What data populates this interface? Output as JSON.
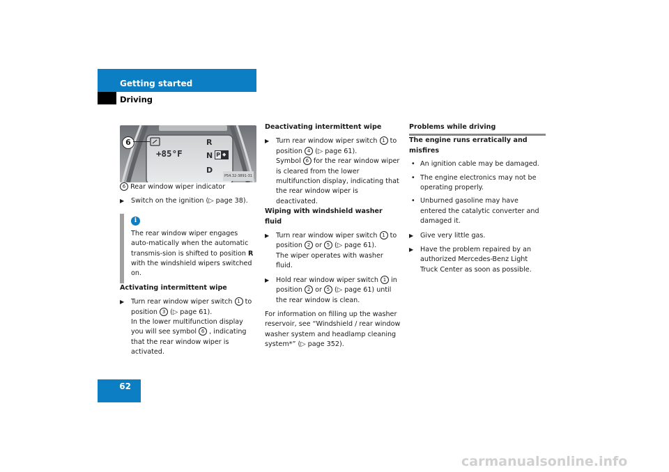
{
  "header": {
    "section": "Getting started",
    "subsection": "Driving"
  },
  "page_number": "62",
  "figure": {
    "callout": "6",
    "temp": "+85°F",
    "gear_r": "R",
    "gear_n": "N",
    "gear_d": "D",
    "code": "P54.32-3891-31"
  },
  "col1": {
    "caption_num": "6",
    "caption": "Rear window wiper indicator",
    "step1": "Switch on the ignition (▷ page 38).",
    "info_text_a": "The rear window wiper engages auto-matically when the automatic transmis-sion is shifted to position ",
    "info_text_r": "R",
    "info_text_b": " with the windshield wipers switched on.",
    "heading": "Activating intermittent wipe",
    "act_1": "Turn rear window wiper switch ",
    "act_n1": "1",
    "act_2": " to position ",
    "act_n2": "3",
    "act_3": " (▷ page 61).",
    "act_ind_1": "In the lower multifunction display you will see symbol ",
    "act_ind_n": "6",
    "act_ind_2": " , indicating that the rear window wiper is activated."
  },
  "col2": {
    "heading1": "Deactivating intermittent wipe",
    "d_1": "Turn rear window wiper switch ",
    "d_n1": "1",
    "d_2": " to position ",
    "d_n2": "4",
    "d_3": " (▷ page 61).",
    "d_ind_1": "Symbol ",
    "d_ind_n": "6",
    "d_ind_2": " for the rear window wiper is cleared from the lower multifunction display, indicating that the rear window wiper is deactivated.",
    "heading2": "Wiping with windshield washer fluid",
    "w_1": "Turn rear window wiper switch ",
    "w_n1": "1",
    "w_2": " to position ",
    "w_n2": "2",
    "w_3": " or ",
    "w_n3": "5",
    "w_4": " (▷ page 61).",
    "w_ind": "The wiper operates with washer fluid.",
    "h_1": "Hold rear window wiper switch ",
    "h_n1": "1",
    "h_2": " in position ",
    "h_n2": "2",
    "h_3": " or ",
    "h_n3": "5",
    "h_4": " (▷ page 61) until the rear window is clean.",
    "para": "For information on filling up the washer reservoir, see “Windshield / rear window washer system and headlamp cleaning system*” (▷ page 352)."
  },
  "col3": {
    "heading": "Problems while driving",
    "subheading": "The engine runs erratically and misfires",
    "bullets": [
      "An ignition cable may be damaged.",
      "The engine electronics may not be operating properly.",
      "Unburned gasoline may have entered the catalytic converter and damaged it."
    ],
    "step1": "Give very little gas.",
    "step2": "Have the problem repaired by an authorized Mercedes-Benz Light Truck Center as soon as possible."
  },
  "footer": "carmanualsonline.info"
}
